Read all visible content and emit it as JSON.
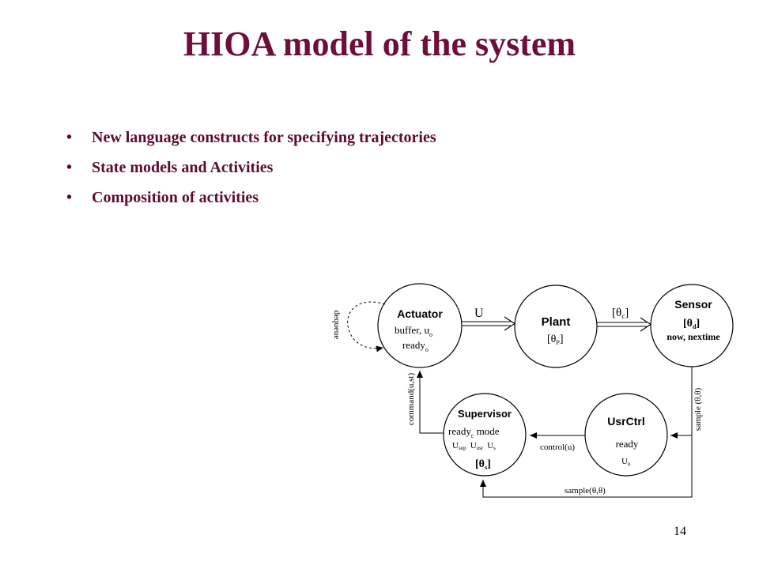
{
  "title": "HIOA model of the system",
  "bullets": [
    "New language constructs for specifying trajectories",
    "State models and Activities",
    "Composition of activities"
  ],
  "bullet_glyph": "•",
  "page_number": "14",
  "diagram": {
    "actuator": {
      "name": "Actuator",
      "line1": "buffer, u",
      "line1_sub": "o",
      "line2": "ready",
      "line2_sub": "o"
    },
    "plant": {
      "name": "Plant",
      "state": "[θ",
      "state_sub": "P",
      "state_end": "]"
    },
    "sensor": {
      "name": "Sensor",
      "state": "[θ",
      "state_sub": "d",
      "state_end": "]",
      "line2": "now, nextime"
    },
    "supervisor": {
      "name": "Supervisor",
      "line1": "ready",
      "line1_sub": "c",
      "line1_tail": " mode",
      "u1": "U",
      "u1_sub": "sup",
      "u2": "U",
      "u2_sub": "usr",
      "u3": "U",
      "u3_sub": "s",
      "state": "[θ",
      "state_sub": "s",
      "state_end": "]"
    },
    "usrctrl": {
      "name": "UsrCtrl",
      "line1": "ready",
      "u": "U",
      "u_sub": "u"
    },
    "edges": {
      "u": "U",
      "theta_c": "[θ",
      "theta_c_sub": "c",
      "theta_c_end": "]",
      "dequeue": "dequeue",
      "command": "command(u,st)",
      "sample_right": "sample (θ,θ)",
      "control": "control(u)",
      "sample_bottom": "sample(θ,θ)"
    }
  }
}
